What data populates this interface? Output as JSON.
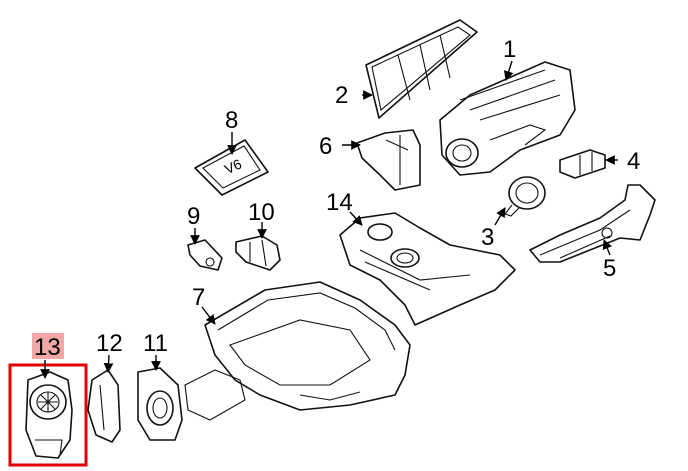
{
  "diagram": {
    "callouts": [
      {
        "id": "c1",
        "label": "1"
      },
      {
        "id": "c2",
        "label": "2"
      },
      {
        "id": "c3",
        "label": "3"
      },
      {
        "id": "c4",
        "label": "4"
      },
      {
        "id": "c5",
        "label": "5"
      },
      {
        "id": "c6",
        "label": "6"
      },
      {
        "id": "c7",
        "label": "7"
      },
      {
        "id": "c8",
        "label": "8"
      },
      {
        "id": "c9",
        "label": "9"
      },
      {
        "id": "c10",
        "label": "10"
      },
      {
        "id": "c11",
        "label": "11"
      },
      {
        "id": "c12",
        "label": "12"
      },
      {
        "id": "c13",
        "label": "13"
      },
      {
        "id": "c14",
        "label": "14"
      }
    ],
    "engine_cover_mark": "V6",
    "highlighted_callout": "13",
    "colors": {
      "highlight_fill": "#f2a7a7",
      "highlight_box_border": "#e30000",
      "line": "#111111"
    }
  }
}
